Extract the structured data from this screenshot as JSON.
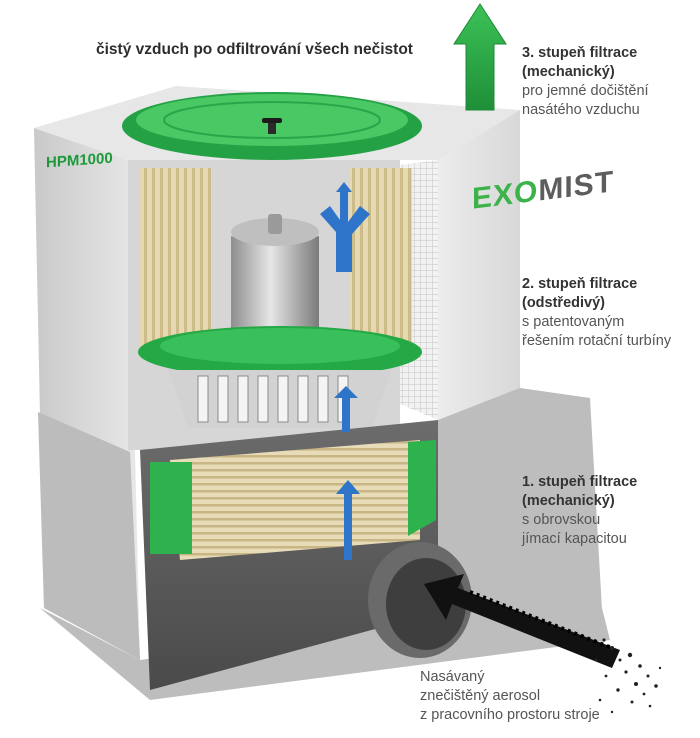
{
  "caption": {
    "top": "čistý vzduch po odfiltrování všech nečistot"
  },
  "stage3": {
    "number": "3.",
    "title_line1": "stupeň filtrace",
    "title_line2": "(mechanický)",
    "desc_line1": "pro jemné dočištění",
    "desc_line2": "nasátého vzduchu"
  },
  "stage2": {
    "title_line1": "2. stupeň filtrace",
    "title_line2": "(odstředivý)",
    "desc_line1": "s patentovaným",
    "desc_line2": "řešením rotační turbíny"
  },
  "stage1": {
    "title_line1": "1. stupeň filtrace",
    "title_line2": "(mechanický)",
    "desc_line1": "s obrovskou",
    "desc_line2": "jímací kapacitou"
  },
  "intake": {
    "line1": "Nasávaný",
    "line2": "znečištěný aerosol",
    "line3": "z pracovního prostoru stroje"
  },
  "device": {
    "model_label": "HPM1000",
    "brand_prefix": "EXO",
    "brand_suffix": "MIST"
  },
  "colors": {
    "brand_green": "#2fb24a",
    "airflow_blue": "#2e74c9",
    "housing_grey": "#d9d9d9",
    "filter_beige": "#e4d7b5"
  },
  "icons": {
    "clean_air_arrow": "up-arrow-icon",
    "dirty_air_arrow": "inlet-arrow-icon",
    "airflow_arrows": "airflow-arrow-icon"
  }
}
